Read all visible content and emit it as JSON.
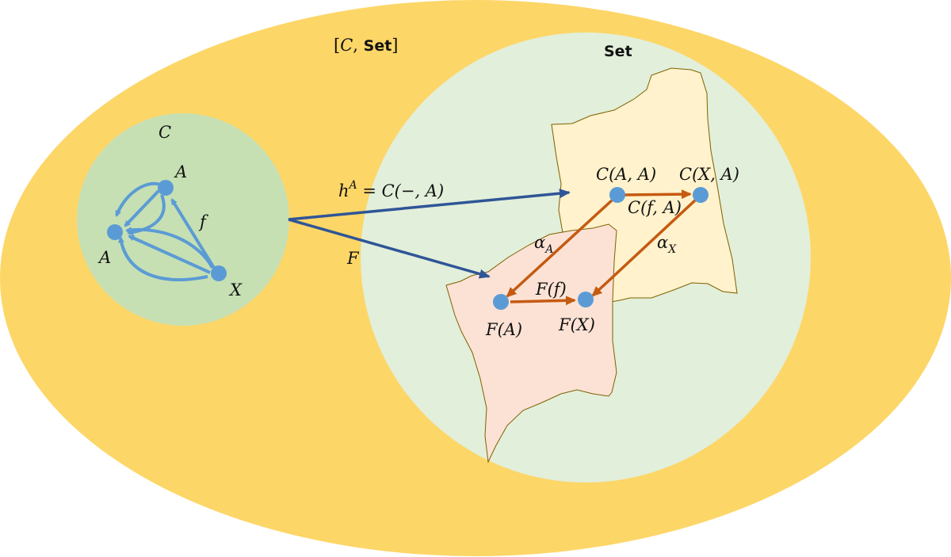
{
  "colors": {
    "outer_ellipse": "#FDD668",
    "category_circle": "#C6E0B4",
    "set_circle": "#E2EFDA",
    "hom_blob": "#FFF2CC",
    "functor_blob": "#FBE2D5",
    "object_dot": "#5B9BD5",
    "c_arrow": "#5B9BD5",
    "functor_arrow": "#2F5597",
    "set_arrow": "#C55A11",
    "blob_outline": "#7F6000"
  },
  "labels": {
    "functor_category_open": "[",
    "functor_category_c": "C",
    "functor_category_comma": ", ",
    "functor_category_set": "Set",
    "functor_category_close": "]",
    "set_title": "Set",
    "category_name": "C",
    "obj_a_top": "A",
    "obj_a_left": "A",
    "obj_x": "X",
    "morphism_f": "f",
    "hom_functor_h": "h",
    "hom_functor_sup": "A",
    "hom_functor_rhs": " = C(−, A)",
    "functor_f": "F",
    "hom_aa": "C(A, A)",
    "hom_xa": "C(X, A)",
    "hom_fa": "C(f, A)",
    "alpha": "α",
    "alpha_a_sub": "A",
    "alpha_x_sub": "X",
    "f_of_a": "F(A)",
    "f_of_x": "F(X)",
    "f_of_f": "F(f)"
  }
}
